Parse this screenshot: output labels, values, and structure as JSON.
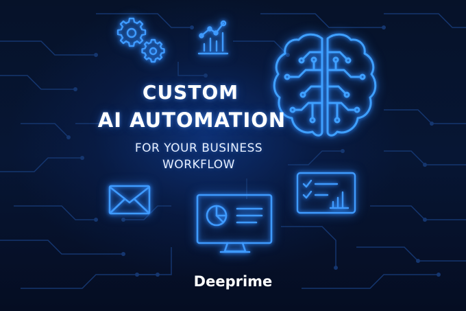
{
  "headline": {
    "line1": "CUSTOM",
    "line2": "AI AUTOMATION"
  },
  "subheadline": {
    "line1": "FOR YOUR BUSINESS",
    "line2": "WORKFLOW"
  },
  "brand": "Deeprime",
  "icons": [
    "gears-icon",
    "bar-chart-icon",
    "brain-icon",
    "email-icon",
    "monitor-pie-chart-icon",
    "checklist-chart-icon"
  ],
  "colors": {
    "background": "#061026",
    "accent": "#2f8bff",
    "circuit": "#15366f",
    "text": "#ffffff"
  }
}
